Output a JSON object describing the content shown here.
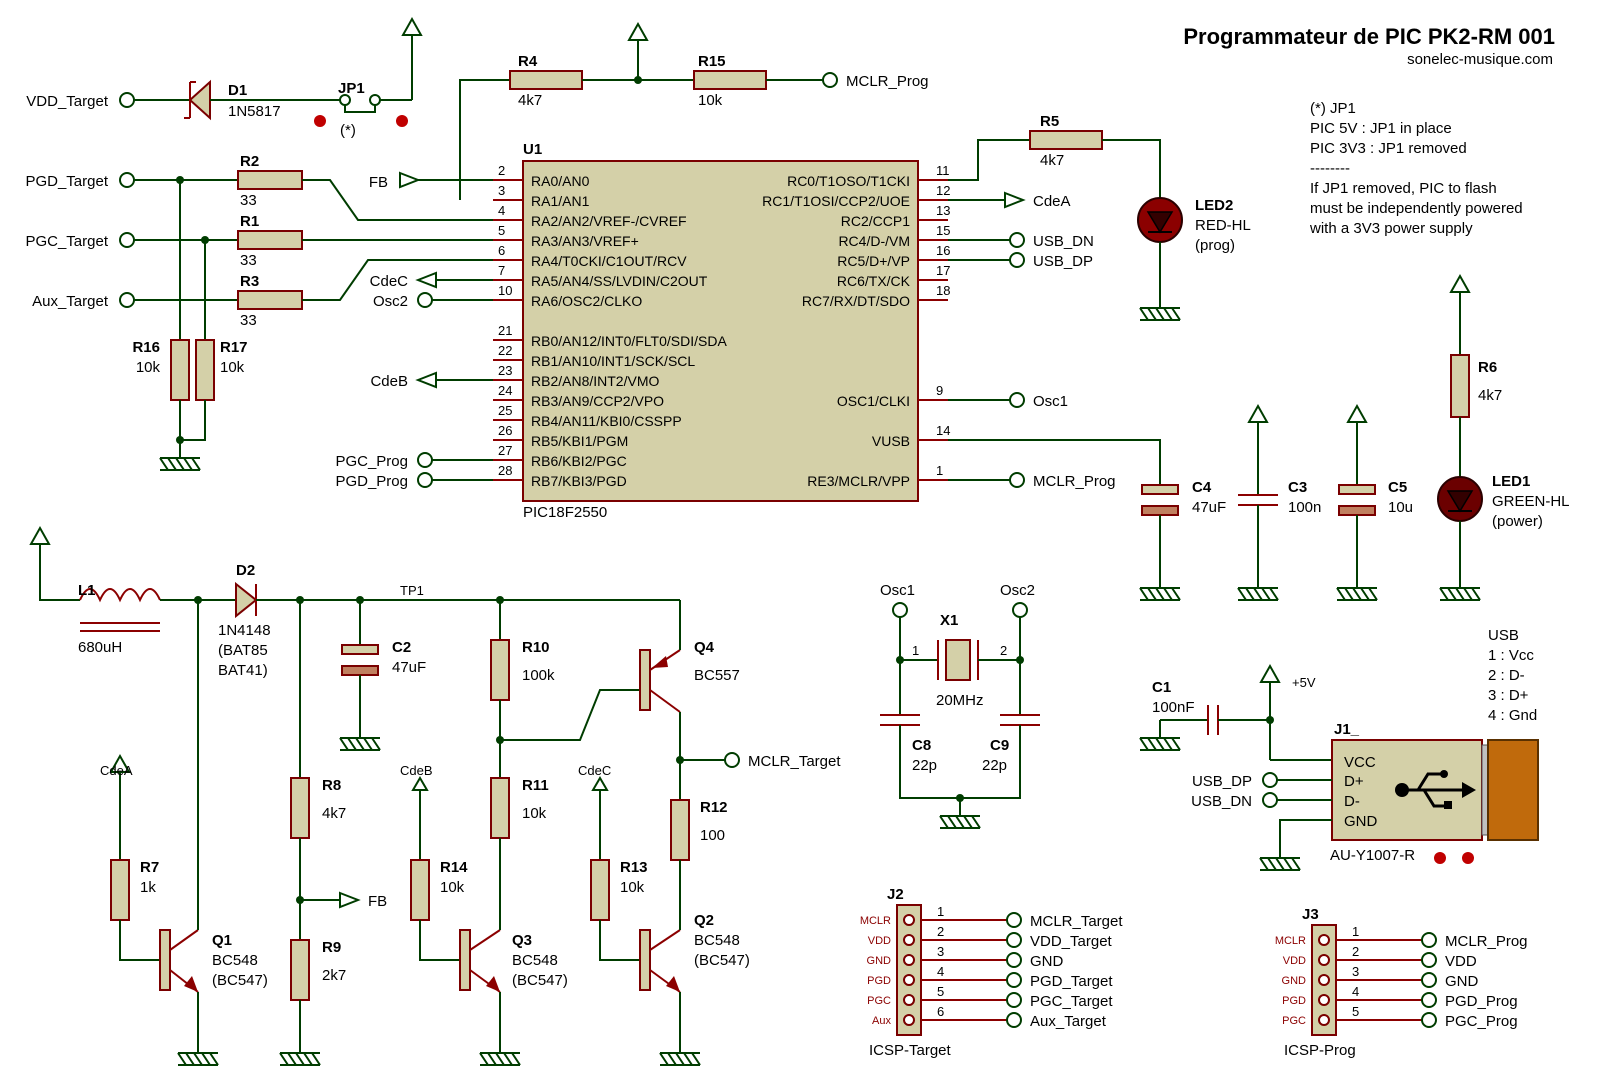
{
  "title": "Programmateur de PIC PK2-RM 001",
  "subtitle": "sonelec-musique.com",
  "notes": [
    "(*) JP1",
    "PIC 5V : JP1 in place",
    "PIC 3V3 : JP1 removed",
    "--------",
    "If JP1 removed, PIC to flash",
    "must be independently powered",
    "with a 3V3 power supply"
  ],
  "u1": {
    "ref": "U1",
    "part": "PIC18F2550",
    "left_pins": [
      {
        "num": "2",
        "name": "RA0/AN0"
      },
      {
        "num": "3",
        "name": "RA1/AN1"
      },
      {
        "num": "4",
        "name": "RA2/AN2/VREF-/CVREF"
      },
      {
        "num": "5",
        "name": "RA3/AN3/VREF+"
      },
      {
        "num": "6",
        "name": "RA4/T0CKI/C1OUT/RCV"
      },
      {
        "num": "7",
        "name": "RA5/AN4/SS/LVDIN/C2OUT"
      },
      {
        "num": "10",
        "name": "RA6/OSC2/CLKO"
      },
      {
        "num": "21",
        "name": "RB0/AN12/INT0/FLT0/SDI/SDA"
      },
      {
        "num": "22",
        "name": "RB1/AN10/INT1/SCK/SCL"
      },
      {
        "num": "23",
        "name": "RB2/AN8/INT2/VMO"
      },
      {
        "num": "24",
        "name": "RB3/AN9/CCP2/VPO"
      },
      {
        "num": "25",
        "name": "RB4/AN11/KBI0/CSSPP"
      },
      {
        "num": "26",
        "name": "RB5/KBI1/PGM"
      },
      {
        "num": "27",
        "name": "RB6/KBI2/PGC"
      },
      {
        "num": "28",
        "name": "RB7/KBI3/PGD"
      }
    ],
    "right_pins": [
      {
        "num": "11",
        "name": "RC0/T1OSO/T1CKI"
      },
      {
        "num": "12",
        "name": "RC1/T1OSI/CCP2/UOE"
      },
      {
        "num": "13",
        "name": "RC2/CCP1"
      },
      {
        "num": "15",
        "name": "RC4/D-/VM"
      },
      {
        "num": "16",
        "name": "RC5/D+/VP"
      },
      {
        "num": "17",
        "name": "RC6/TX/CK"
      },
      {
        "num": "18",
        "name": "RC7/RX/DT/SDO"
      },
      {
        "num": "9",
        "name": "OSC1/CLKI"
      },
      {
        "num": "14",
        "name": "VUSB"
      },
      {
        "num": "1",
        "name": "RE3/MCLR/VPP"
      }
    ]
  },
  "components": {
    "D1": {
      "ref": "D1",
      "value": "1N5817"
    },
    "JP1": {
      "ref": "JP1",
      "note": "(*)"
    },
    "R4": {
      "ref": "R4",
      "value": "4k7"
    },
    "R15": {
      "ref": "R15",
      "value": "10k"
    },
    "R5": {
      "ref": "R5",
      "value": "4k7"
    },
    "R2": {
      "ref": "R2",
      "value": "33"
    },
    "R1": {
      "ref": "R1",
      "value": "33"
    },
    "R3": {
      "ref": "R3",
      "value": "33"
    },
    "R16": {
      "ref": "R16",
      "value": "10k"
    },
    "R17": {
      "ref": "R17",
      "value": "10k"
    },
    "LED2": {
      "ref": "LED2",
      "value": "RED-HL",
      "note": "(prog)"
    },
    "LED1": {
      "ref": "LED1",
      "value": "GREEN-HL",
      "note": "(power)"
    },
    "R6": {
      "ref": "R6",
      "value": "4k7"
    },
    "C4": {
      "ref": "C4",
      "value": "47uF"
    },
    "C3": {
      "ref": "C3",
      "value": "100n"
    },
    "C5": {
      "ref": "C5",
      "value": "10u"
    },
    "L1": {
      "ref": "L1",
      "value": "680uH"
    },
    "D2": {
      "ref": "D2",
      "value": "1N4148",
      "alt1": "(BAT85",
      "alt2": "BAT41)"
    },
    "C2": {
      "ref": "C2",
      "value": "47uF"
    },
    "R10": {
      "ref": "R10",
      "value": "100k"
    },
    "R11": {
      "ref": "R11",
      "value": "10k"
    },
    "Q4": {
      "ref": "Q4",
      "value": "BC557"
    },
    "R12": {
      "ref": "R12",
      "value": "100"
    },
    "R8": {
      "ref": "R8",
      "value": "4k7"
    },
    "R9": {
      "ref": "R9",
      "value": "2k7"
    },
    "R7": {
      "ref": "R7",
      "value": "1k"
    },
    "R14": {
      "ref": "R14",
      "value": "10k"
    },
    "R13": {
      "ref": "R13",
      "value": "10k"
    },
    "Q1": {
      "ref": "Q1",
      "value": "BC548",
      "alt": "(BC547)"
    },
    "Q3": {
      "ref": "Q3",
      "value": "BC548",
      "alt": "(BC547)"
    },
    "Q2": {
      "ref": "Q2",
      "value": "BC548",
      "alt": "(BC547)"
    },
    "X1": {
      "ref": "X1",
      "value": "20MHz"
    },
    "C8": {
      "ref": "C8",
      "value": "22p"
    },
    "C9": {
      "ref": "C9",
      "value": "22p"
    },
    "C1": {
      "ref": "C1",
      "value": "100nF"
    },
    "J1": {
      "ref": "J1_",
      "part": "AU-Y1007-R",
      "pins": [
        "VCC",
        "D+",
        "D-",
        "GND"
      ]
    },
    "J2": {
      "ref": "J2",
      "name": "ICSP-Target",
      "pin_labels": [
        "MCLR",
        "VDD",
        "GND",
        "PGD",
        "PGC",
        "Aux"
      ],
      "nums": [
        "1",
        "2",
        "3",
        "4",
        "5",
        "6"
      ],
      "nets": [
        "MCLR_Target",
        "VDD_Target",
        "GND",
        "PGD_Target",
        "PGC_Target",
        "Aux_Target"
      ]
    },
    "J3": {
      "ref": "J3",
      "name": "ICSP-Prog",
      "pin_labels": [
        "MCLR",
        "VDD",
        "GND",
        "PGD",
        "PGC"
      ],
      "nums": [
        "1",
        "2",
        "3",
        "4",
        "5"
      ],
      "nets": [
        "MCLR_Prog",
        "VDD",
        "GND",
        "PGD_Prog",
        "PGC_Prog"
      ]
    }
  },
  "nets": {
    "VDD_Target": "VDD_Target",
    "PGD_Target": "PGD_Target",
    "PGC_Target": "PGC_Target",
    "Aux_Target": "Aux_Target",
    "MCLR_Prog": "MCLR_Prog",
    "FB": "FB",
    "CdeA": "CdeA",
    "CdeB": "CdeB",
    "CdeC": "CdeC",
    "Osc1": "Osc1",
    "Osc2": "Osc2",
    "USB_DN": "USB_DN",
    "USB_DP": "USB_DP",
    "PGC_Prog": "PGC_Prog",
    "PGD_Prog": "PGD_Prog",
    "MCLR_Target": "MCLR_Target",
    "TP1": "TP1",
    "plus5V": "+5V"
  },
  "usb_legend": [
    "USB",
    "1 : Vcc",
    "2 : D-",
    "3 : D+",
    "4 : Gnd"
  ]
}
